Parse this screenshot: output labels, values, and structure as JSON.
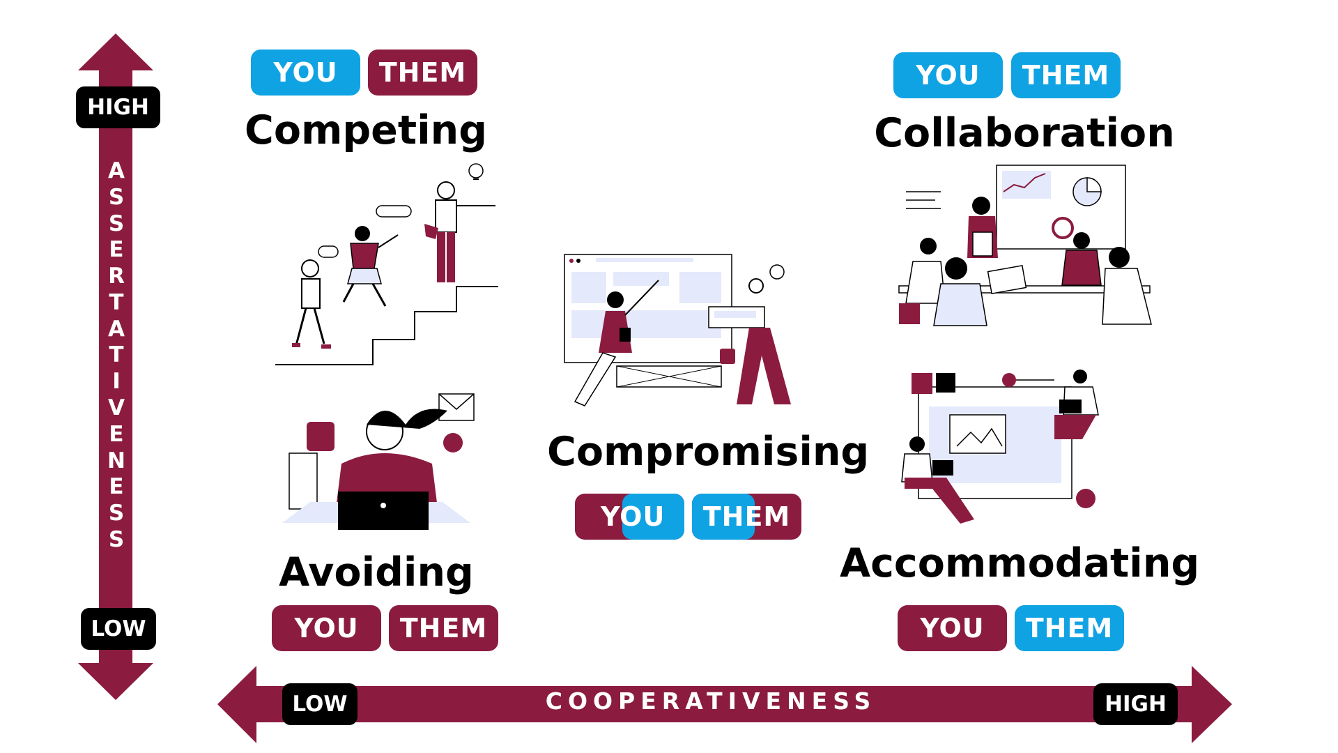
{
  "axes": {
    "vertical": {
      "label": "ASSERTIVENESS",
      "high": "HIGH",
      "low": "LOW"
    },
    "horizontal": {
      "label": "COOPERATIVENESS",
      "high": "HIGH",
      "low": "LOW"
    }
  },
  "modes": {
    "competing": {
      "title": "Competing",
      "you": "YOU",
      "them": "THEM"
    },
    "collaboration": {
      "title": "Collaboration",
      "you": "YOU",
      "them": "THEM"
    },
    "compromising": {
      "title": "Compromising",
      "you": "YOU",
      "them": "THEM"
    },
    "avoiding": {
      "title": "Avoiding",
      "you": "YOU",
      "them": "THEM"
    },
    "accommodating": {
      "title": "Accommodating",
      "you": "YOU",
      "them": "THEM"
    }
  },
  "colors": {
    "maroon": "#8b1c3f",
    "blue": "#10a3e3",
    "black": "#000000",
    "illustration_fill": "#e4e9fb"
  },
  "icons": [
    "staircase-race-illustration",
    "team-meeting-illustration",
    "website-builders-illustration",
    "stressed-laptop-illustration",
    "remote-desk-illustration"
  ]
}
